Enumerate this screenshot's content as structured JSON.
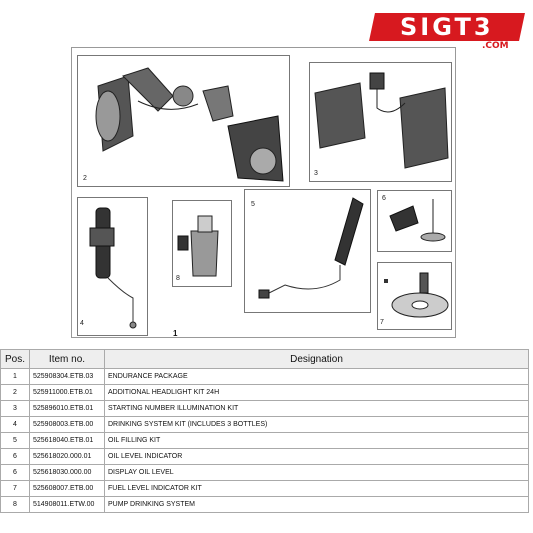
{
  "logo": {
    "text": "SIGT3",
    "subtext": ".COM",
    "color": "#d7191f"
  },
  "diagram": {
    "number": "1",
    "panels": [
      {
        "label": "2",
        "icon": "headlight-kit-icon"
      },
      {
        "label": "3",
        "icon": "illumination-kit-icon"
      },
      {
        "label": "4",
        "icon": "drinking-system-icon"
      },
      {
        "label": "5",
        "icon": "oil-filling-kit-icon"
      },
      {
        "label": "6",
        "icon": "oil-level-indicator-icon"
      },
      {
        "label": "7",
        "icon": "fuel-level-indicator-icon"
      },
      {
        "label": "8",
        "icon": "drinking-pump-icon"
      }
    ]
  },
  "table": {
    "headers": {
      "pos": "Pos.",
      "item": "Item no.",
      "designation": "Designation"
    },
    "rows": [
      {
        "pos": "1",
        "item": "525908304.ETB.03",
        "designation": "ENDURANCE PACKAGE"
      },
      {
        "pos": "2",
        "item": "525911000.ETB.01",
        "designation": "ADDITIONAL HEADLIGHT KIT 24H"
      },
      {
        "pos": "3",
        "item": "525896010.ETB.01",
        "designation": "STARTING NUMBER ILLUMINATION KIT"
      },
      {
        "pos": "4",
        "item": "525908003.ETB.00",
        "designation": "DRINKING SYSTEM KIT (INCLUDES 3 BOTTLES)"
      },
      {
        "pos": "5",
        "item": "525618040.ETB.01",
        "designation": "OIL FILLING KIT"
      },
      {
        "pos": "6",
        "item": "525618020.000.01",
        "designation": "OIL LEVEL INDICATOR"
      },
      {
        "pos": "6",
        "item": "525618030.000.00",
        "designation": "DISPLAY OIL LEVEL"
      },
      {
        "pos": "7",
        "item": "525608007.ETB.00",
        "designation": "FUEL LEVEL INDICATOR KIT"
      },
      {
        "pos": "8",
        "item": "514908011.ETW.00",
        "designation": "PUMP DRINKING SYSTEM"
      }
    ]
  }
}
